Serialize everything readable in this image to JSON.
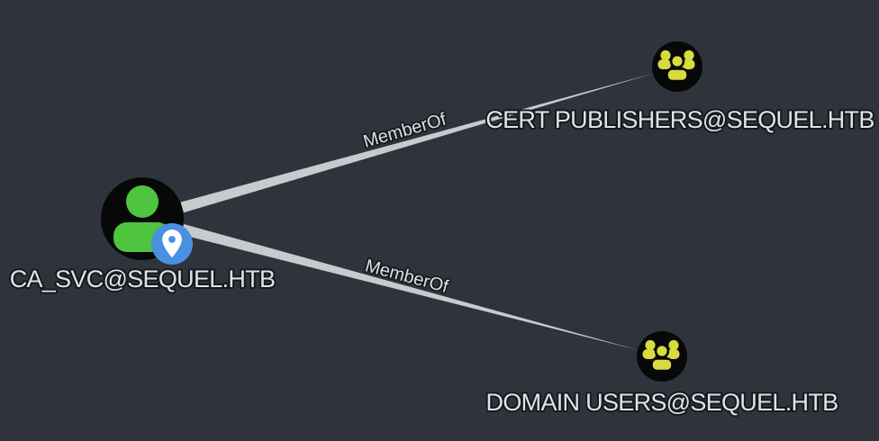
{
  "graph": {
    "nodes": [
      {
        "id": "ca-svc",
        "label": "CA_SVC@SEQUEL.HTB",
        "type": "user",
        "icon": "person-icon",
        "badge": "location-pin-icon"
      },
      {
        "id": "cert-publishers",
        "label": "CERT PUBLISHERS@SEQUEL.HTB",
        "type": "group",
        "icon": "group-icon"
      },
      {
        "id": "domain-users",
        "label": "DOMAIN USERS@SEQUEL.HTB",
        "type": "group",
        "icon": "group-icon"
      }
    ],
    "edges": [
      {
        "source": "ca-svc",
        "target": "cert-publishers",
        "label": "MemberOf"
      },
      {
        "source": "ca-svc",
        "target": "domain-users",
        "label": "MemberOf"
      }
    ]
  },
  "colors": {
    "background": "#2f343c",
    "node_circle": "#080808",
    "user_icon": "#4ec43f",
    "group_icon": "#d6dc3e",
    "badge_background": "#4a90e2",
    "badge_pin": "#ffffff",
    "edge": "#c8cbce",
    "label_text": "#e0e3e6",
    "label_halo": "#16191d"
  }
}
